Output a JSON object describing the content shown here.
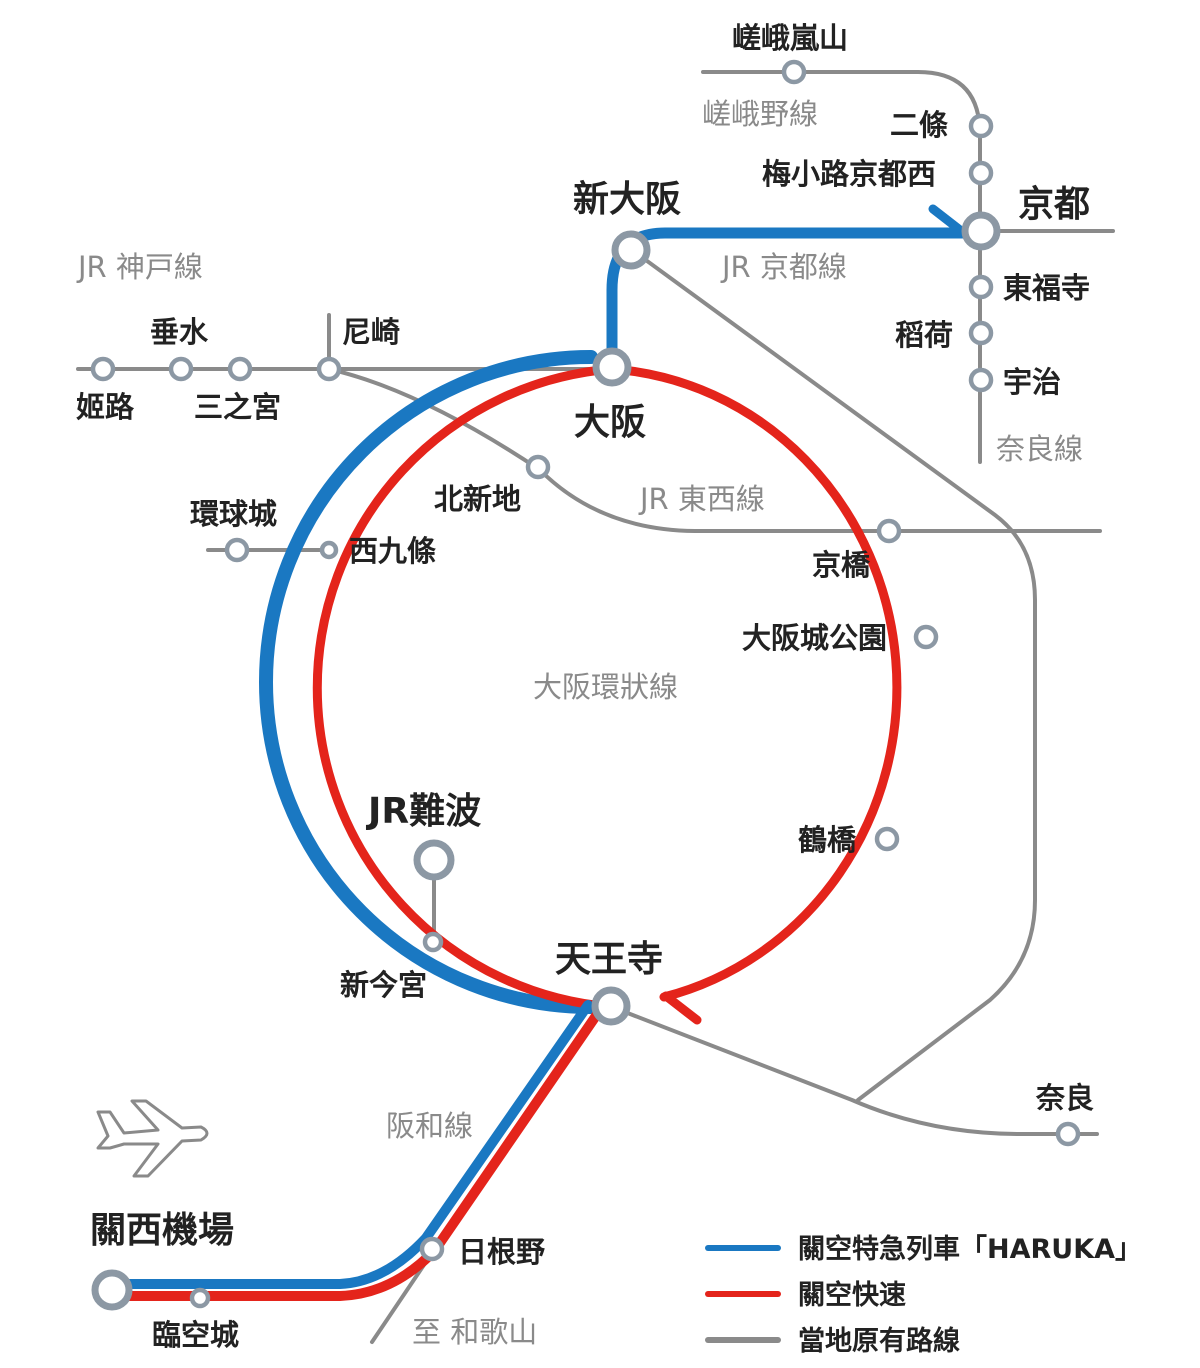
{
  "colors": {
    "haruka": "#1a78c2",
    "kanku": "#e4241b",
    "local": "#8a8a8a",
    "node_stroke": "#8c98a4"
  },
  "lines": {
    "kobe": "JR 神戸線",
    "kyoto": "JR 京都線",
    "tozai": "JR 東西線",
    "sagano": "嵯峨野線",
    "nara": "奈良線",
    "loop": "大阪環狀線",
    "hanwa": "阪和線",
    "to_wakayama": "至 和歌山"
  },
  "stations": {
    "saga_arashiyama": "嵯峨嵐山",
    "nijo": "二條",
    "umekoji": "梅小路京都西",
    "kyoto": "京都",
    "tofukuji": "東福寺",
    "inari": "稻荷",
    "uji": "宇治",
    "shin_osaka": "新大阪",
    "osaka": "大阪",
    "amagasaki": "尼崎",
    "tarumi": "垂水",
    "himeji": "姬路",
    "sannomiya": "三之宮",
    "kitashinchi": "北新地",
    "universal": "環球城",
    "nishikujo": "西九條",
    "kyobashi": "京橋",
    "osakajokoen": "大阪城公園",
    "tsuruhashi": "鶴橋",
    "jr_namba": "JR難波",
    "shin_imamiya": "新今宮",
    "tennoji": "天王寺",
    "nara": "奈良",
    "kix": "關西機場",
    "rinku": "臨空城",
    "hineno": "日根野"
  },
  "legend": {
    "haruka": "關空特急列車「HARUKA」",
    "kanku": "關空快速",
    "local": "當地原有路線"
  },
  "airport_icon": "airplane-icon"
}
